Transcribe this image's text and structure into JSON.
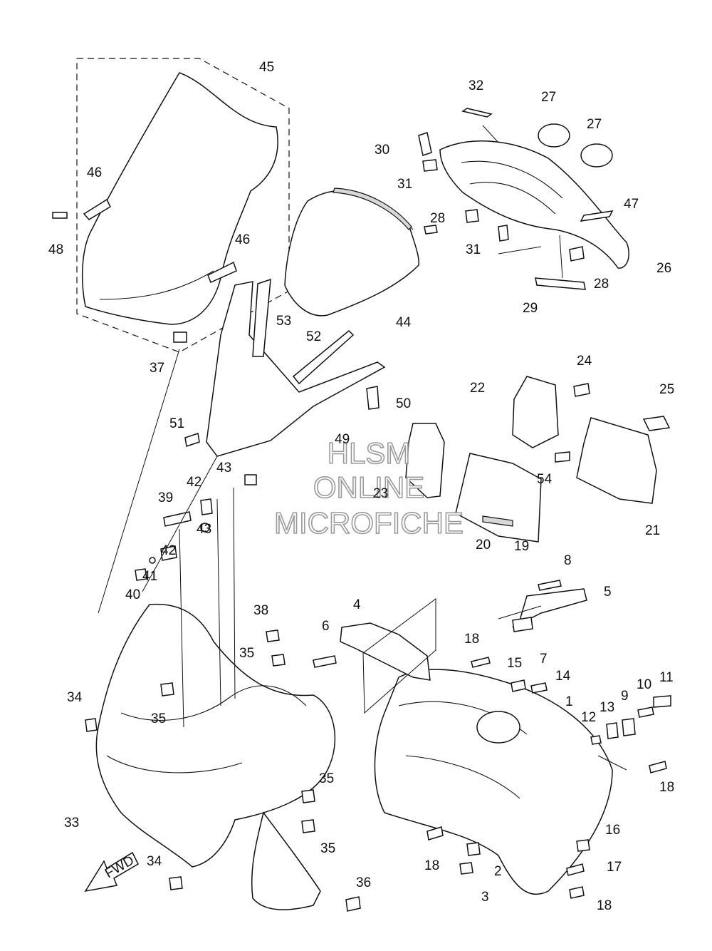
{
  "callouts": [
    {
      "id": "c1",
      "label": "1"
    },
    {
      "id": "c2",
      "label": "2"
    },
    {
      "id": "c3",
      "label": "3"
    },
    {
      "id": "c4",
      "label": "4"
    },
    {
      "id": "c5",
      "label": "5"
    },
    {
      "id": "c6",
      "label": "6"
    },
    {
      "id": "c7",
      "label": "7"
    },
    {
      "id": "c8",
      "label": "8"
    },
    {
      "id": "c9",
      "label": "9"
    },
    {
      "id": "c10",
      "label": "10"
    },
    {
      "id": "c11",
      "label": "11"
    },
    {
      "id": "c12",
      "label": "12"
    },
    {
      "id": "c13",
      "label": "13"
    },
    {
      "id": "c14",
      "label": "14"
    },
    {
      "id": "c15",
      "label": "15"
    },
    {
      "id": "c16",
      "label": "16"
    },
    {
      "id": "c17",
      "label": "17"
    },
    {
      "id": "c18a",
      "label": "18"
    },
    {
      "id": "c18b",
      "label": "18"
    },
    {
      "id": "c18c",
      "label": "18"
    },
    {
      "id": "c18d",
      "label": "18"
    },
    {
      "id": "c19",
      "label": "19"
    },
    {
      "id": "c20",
      "label": "20"
    },
    {
      "id": "c21",
      "label": "21"
    },
    {
      "id": "c22",
      "label": "22"
    },
    {
      "id": "c23",
      "label": "23"
    },
    {
      "id": "c24",
      "label": "24"
    },
    {
      "id": "c25",
      "label": "25"
    },
    {
      "id": "c26",
      "label": "26"
    },
    {
      "id": "c27a",
      "label": "27"
    },
    {
      "id": "c27b",
      "label": "27"
    },
    {
      "id": "c28a",
      "label": "28"
    },
    {
      "id": "c28b",
      "label": "28"
    },
    {
      "id": "c29",
      "label": "29"
    },
    {
      "id": "c30",
      "label": "30"
    },
    {
      "id": "c31a",
      "label": "31"
    },
    {
      "id": "c31b",
      "label": "31"
    },
    {
      "id": "c32",
      "label": "32"
    },
    {
      "id": "c33",
      "label": "33"
    },
    {
      "id": "c34a",
      "label": "34"
    },
    {
      "id": "c34b",
      "label": "34"
    },
    {
      "id": "c35a",
      "label": "35"
    },
    {
      "id": "c35b",
      "label": "35"
    },
    {
      "id": "c35c",
      "label": "35"
    },
    {
      "id": "c35d",
      "label": "35"
    },
    {
      "id": "c36",
      "label": "36"
    },
    {
      "id": "c37",
      "label": "37"
    },
    {
      "id": "c38",
      "label": "38"
    },
    {
      "id": "c39",
      "label": "39"
    },
    {
      "id": "c40",
      "label": "40"
    },
    {
      "id": "c41",
      "label": "41"
    },
    {
      "id": "c42a",
      "label": "42"
    },
    {
      "id": "c42b",
      "label": "42"
    },
    {
      "id": "c43a",
      "label": "43"
    },
    {
      "id": "c43b",
      "label": "43"
    },
    {
      "id": "c44",
      "label": "44"
    },
    {
      "id": "c45",
      "label": "45"
    },
    {
      "id": "c46a",
      "label": "46"
    },
    {
      "id": "c46b",
      "label": "46"
    },
    {
      "id": "c47",
      "label": "47"
    },
    {
      "id": "c48",
      "label": "48"
    },
    {
      "id": "c49",
      "label": "49"
    },
    {
      "id": "c50",
      "label": "50"
    },
    {
      "id": "c51",
      "label": "51"
    },
    {
      "id": "c52",
      "label": "52"
    },
    {
      "id": "c53",
      "label": "53"
    },
    {
      "id": "c54",
      "label": "54"
    }
  ],
  "watermark": {
    "line1": "HLSM",
    "line2": "ONLINE",
    "line3": "MICROFICHE"
  },
  "direction_arrow": {
    "label": "FWD"
  }
}
